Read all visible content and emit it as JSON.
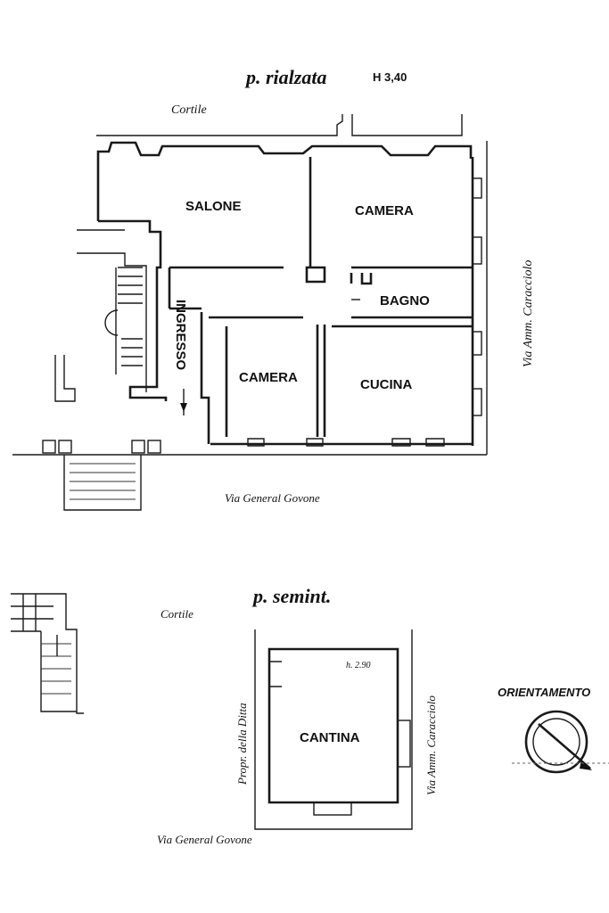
{
  "ground_floor": {
    "title": "p. rialzata",
    "height": "H 3,40",
    "courtyard": "Cortile",
    "street_bottom": "Via General Govone",
    "street_right": "Via Amm. Caracciolo",
    "rooms": {
      "salone": "SALONE",
      "camera_top": "CAMERA",
      "bagno": "BAGNO",
      "ingresso": "INGRESSO",
      "camera_bottom": "CAMERA",
      "cucina": "CUCINA"
    }
  },
  "basement": {
    "title": "p. semint.",
    "courtyard": "Cortile",
    "height": "h. 2.90",
    "neighbor": "Propr. della Ditta",
    "street_right": "Via Amm. Caracciolo",
    "street_bottom": "Via General Govone",
    "rooms": {
      "cantina": "CANTINA"
    }
  },
  "orientation": {
    "label": "ORIENTAMENTO"
  }
}
